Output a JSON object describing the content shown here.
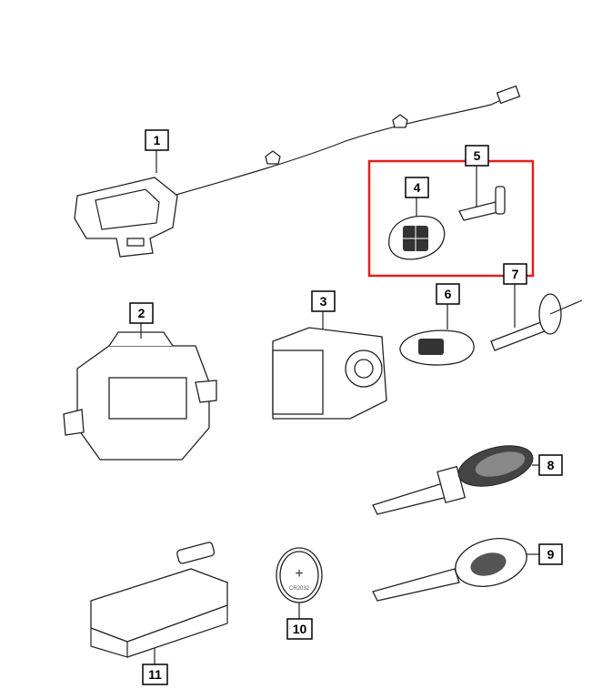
{
  "callouts": [
    "1",
    "2",
    "3",
    "4",
    "5",
    "6",
    "7",
    "8",
    "9",
    "10",
    "11"
  ],
  "battery_text": "CR2032",
  "highlight_color": "#e0201c"
}
